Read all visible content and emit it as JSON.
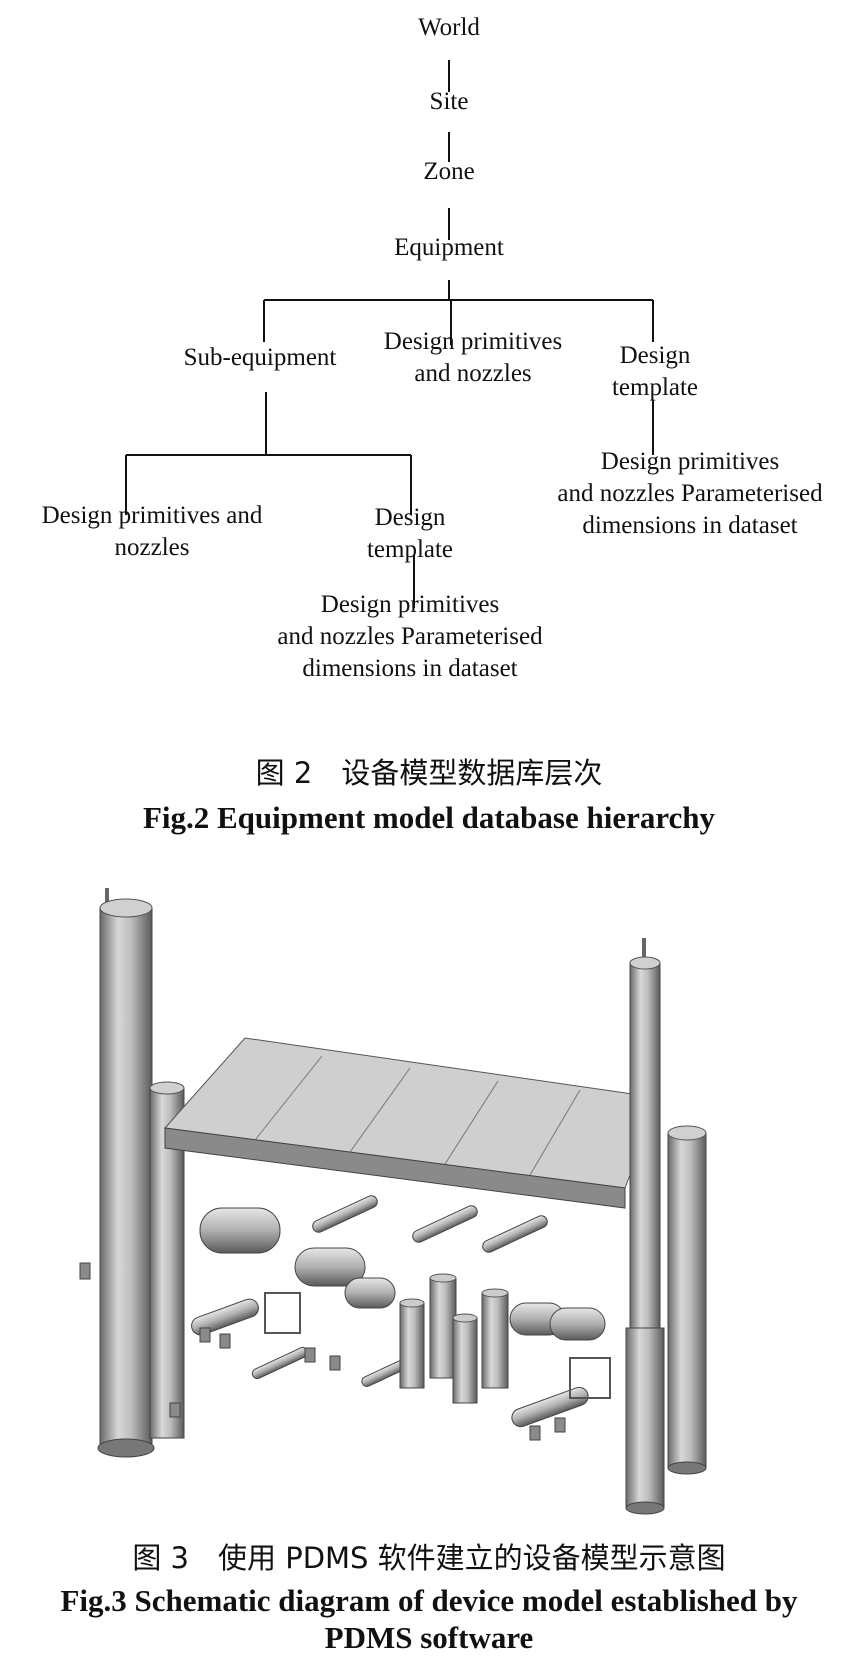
{
  "figure2": {
    "nodes": {
      "world": "World",
      "site": "Site",
      "zone": "Zone",
      "equipment": "Equipment",
      "sub_equipment": "Sub-equipment",
      "design_primitives_nozzles_mid": [
        "Design primitives",
        "and nozzles"
      ],
      "design_template_right": [
        "Design",
        "template"
      ],
      "right_leaf": [
        "Design primitives",
        "and nozzles Parameterised",
        "dimensions in dataset"
      ],
      "design_primitives_nozzles_left": [
        "Design primitives and",
        "nozzles"
      ],
      "design_template_mid": [
        "Design",
        "template"
      ],
      "mid_leaf": [
        "Design primitives",
        "and nozzles Parameterised",
        "dimensions in dataset"
      ]
    },
    "caption_cn": "图 2　设备模型数据库层次",
    "caption_en": "Fig.2 Equipment model database hierarchy"
  },
  "figure3": {
    "caption_cn": "图 3　使用 PDMS 软件建立的设备模型示意图",
    "caption_en": [
      "Fig.3 Schematic diagram of device model established by",
      "PDMS software"
    ]
  }
}
